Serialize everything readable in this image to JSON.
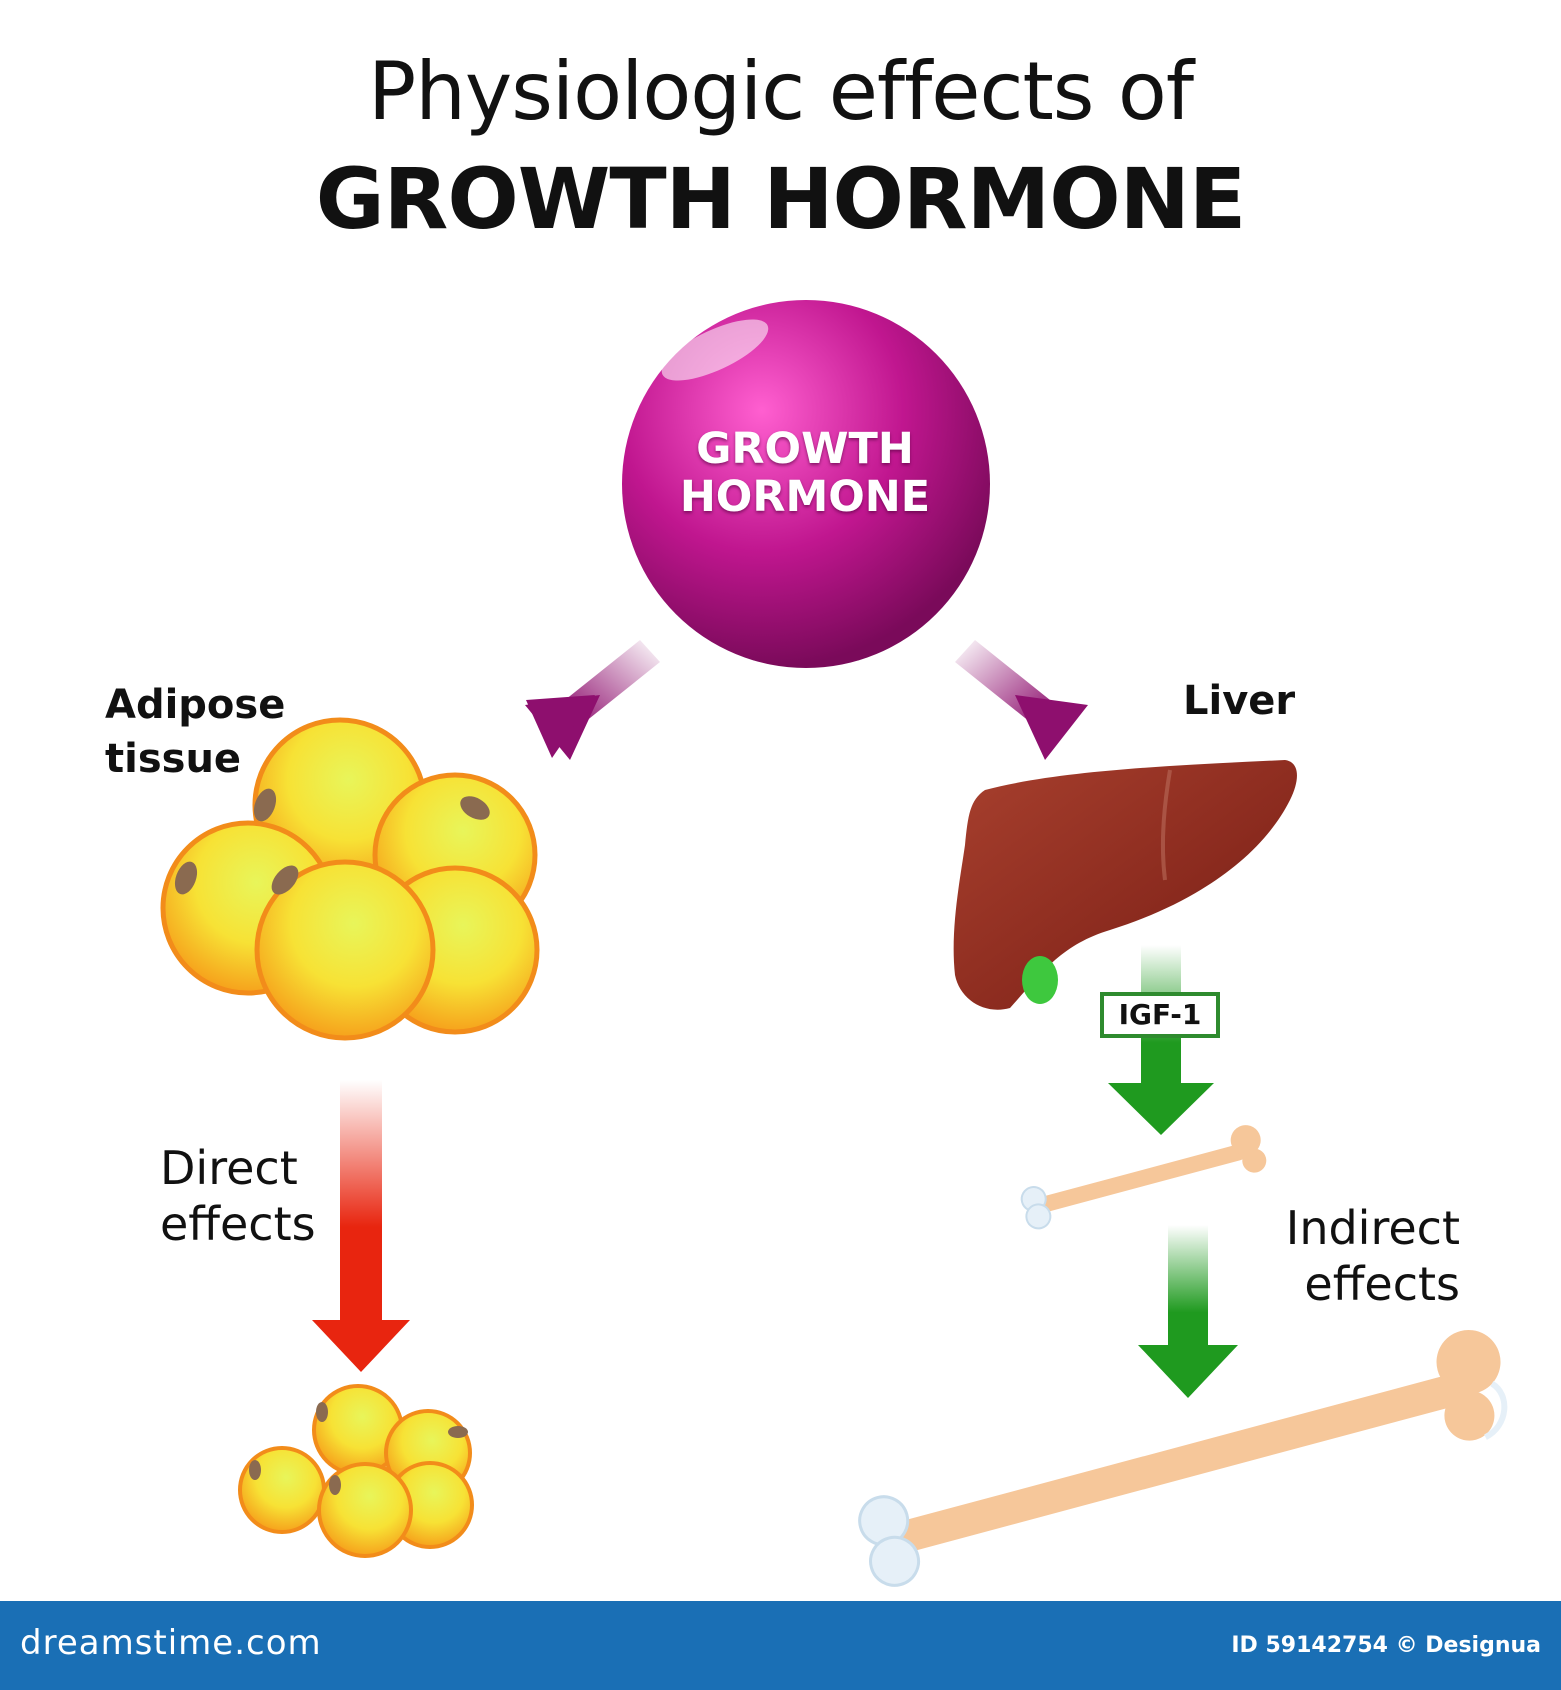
{
  "title": {
    "line1": "Physiologic effects of",
    "line2": "GROWTH HORMONE"
  },
  "hormone": {
    "line1": "GROWTH",
    "line2": "HORMONE",
    "color": "#c0168f"
  },
  "labels": {
    "adipose_line1": "Adipose",
    "adipose_line2": "tissue",
    "liver": "Liver",
    "igf": "IGF-1",
    "direct_line1": "Direct",
    "direct_line2": "effects",
    "indirect_line1": "Indirect",
    "indirect_line2": "effects"
  },
  "footer": {
    "site": "dreamstime.com",
    "id_text": "ID 59142754 © Designua",
    "color": "#1a6fb5"
  },
  "colors": {
    "arrow_magenta": "#8e0f6e",
    "arrow_red": "#e8250f",
    "arrow_green": "#1f9a1f",
    "liver": "#8a2a1e",
    "fat": "#f5a623",
    "bone": "#f6c79a"
  }
}
